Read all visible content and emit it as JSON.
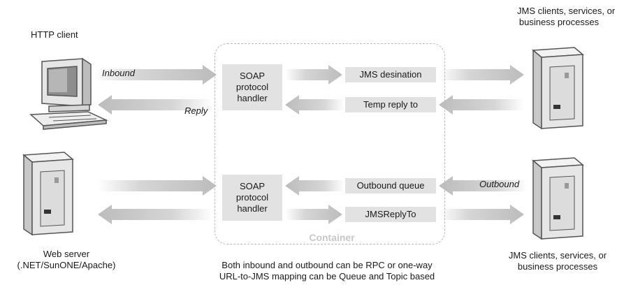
{
  "labels": {
    "http_client": "HTTP client",
    "web_server_line1": "Web server",
    "web_server_line2": "(.NET/SunONE/Apache)",
    "jms_top_line1": "JMS clients, services, or",
    "jms_top_line2": "business processes",
    "jms_bottom_line1": "JMS clients, services, or",
    "jms_bottom_line2": "business processes",
    "inbound": "Inbound",
    "reply": "Reply",
    "outbound": "Outbound",
    "container": "Container"
  },
  "boxes": {
    "soap_top": [
      "SOAP",
      "protocol",
      "handler"
    ],
    "soap_bottom": [
      "SOAP",
      "protocol",
      "handler"
    ],
    "jms_destination": "JMS desination",
    "temp_reply_to": "Temp reply to",
    "outbound_queue": "Outbound queue",
    "jms_reply_to": "JMSReplyTo"
  },
  "footer": {
    "line1": "Both inbound and outbound can be RPC or one-way",
    "line2": "URL-to-JMS mapping can be Queue and Topic based"
  },
  "colors": {
    "arrow": "#c4c4c4",
    "box": "#e2e2e2",
    "container_border": "#b8b8b8",
    "device_body": "#e6e6e6",
    "device_edge": "#555555"
  }
}
